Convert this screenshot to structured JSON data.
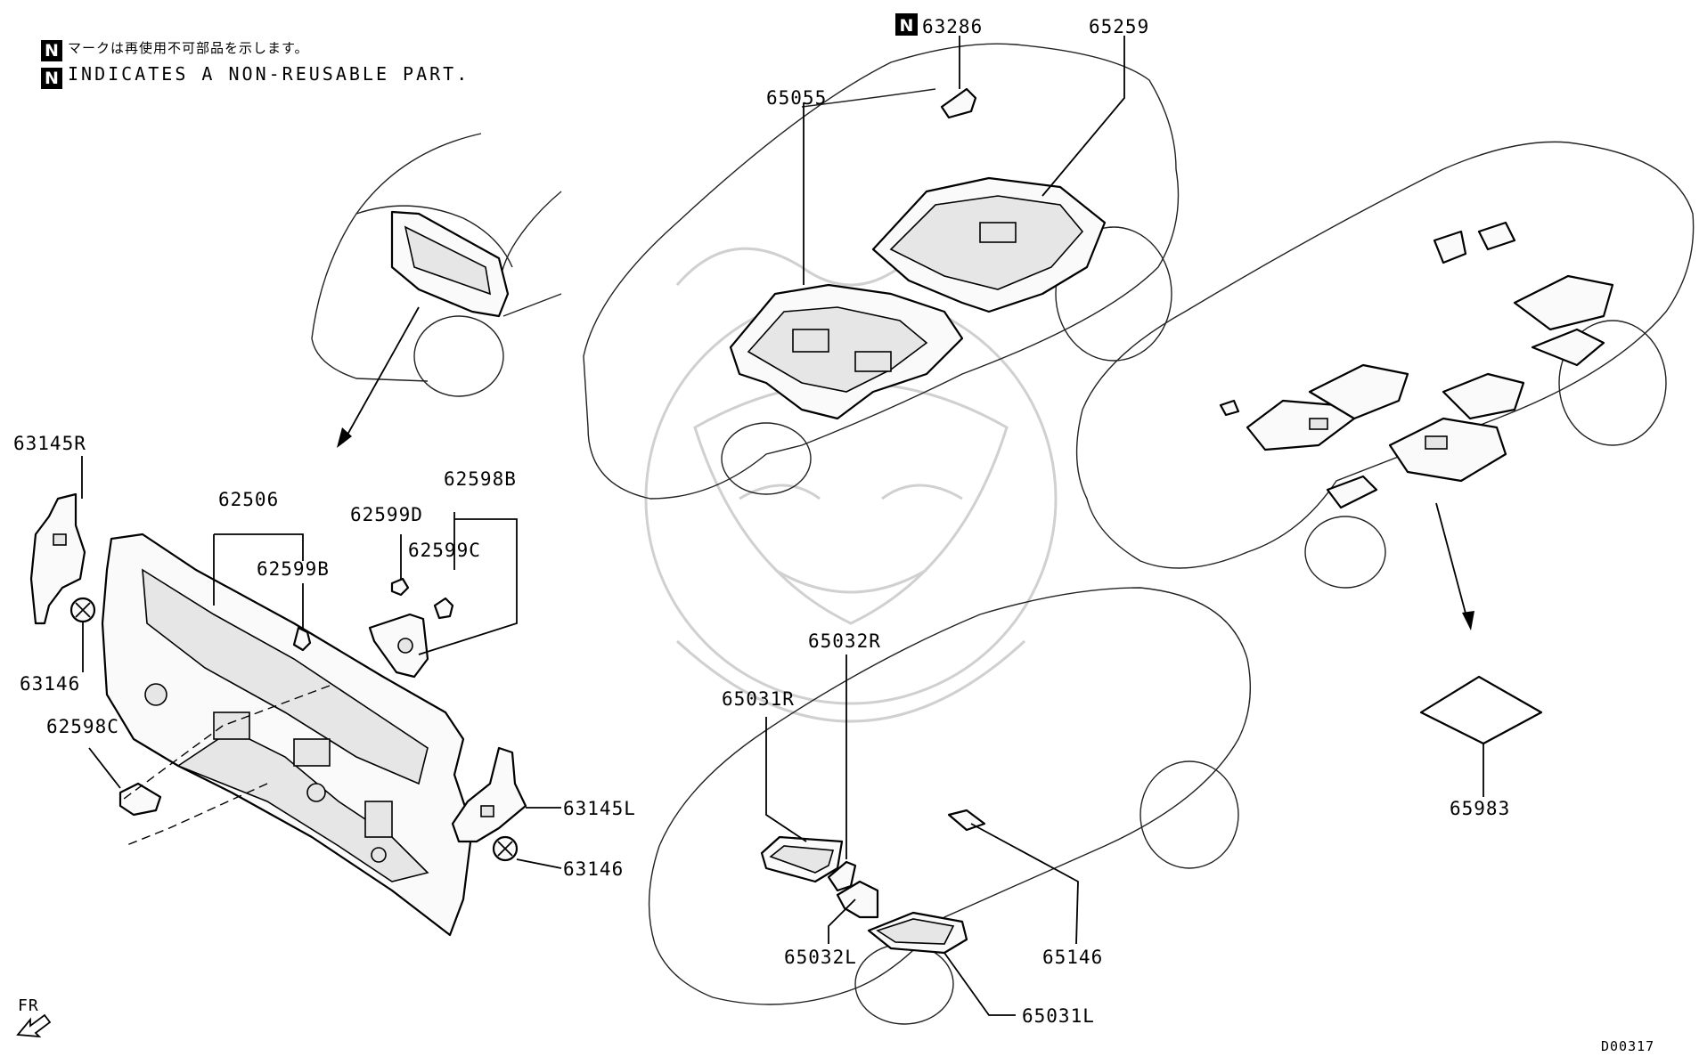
{
  "legend": {
    "badge": "N",
    "note_ja": "マークは再使用不可部品を示します。",
    "note_en": "INDICATES A NON-REUSABLE PART."
  },
  "parts": {
    "p63145R": "63145R",
    "p63146_top": "63146",
    "p62506": "62506",
    "p62599B": "62599B",
    "p62599D": "62599D",
    "p62598B": "62598B",
    "p62599C": "62599C",
    "p62598C": "62598C",
    "p63145L": "63145L",
    "p63146_bottom": "63146",
    "p63286": "63286",
    "p65259": "65259",
    "p65055": "65055",
    "p65032R": "65032R",
    "p65031R": "65031R",
    "p65032L": "65032L",
    "p65146": "65146",
    "p65031L": "65031L",
    "p65983": "65983"
  },
  "direction_label": "FR",
  "drawing_code": "D00317",
  "non_reusable_badge": "N"
}
